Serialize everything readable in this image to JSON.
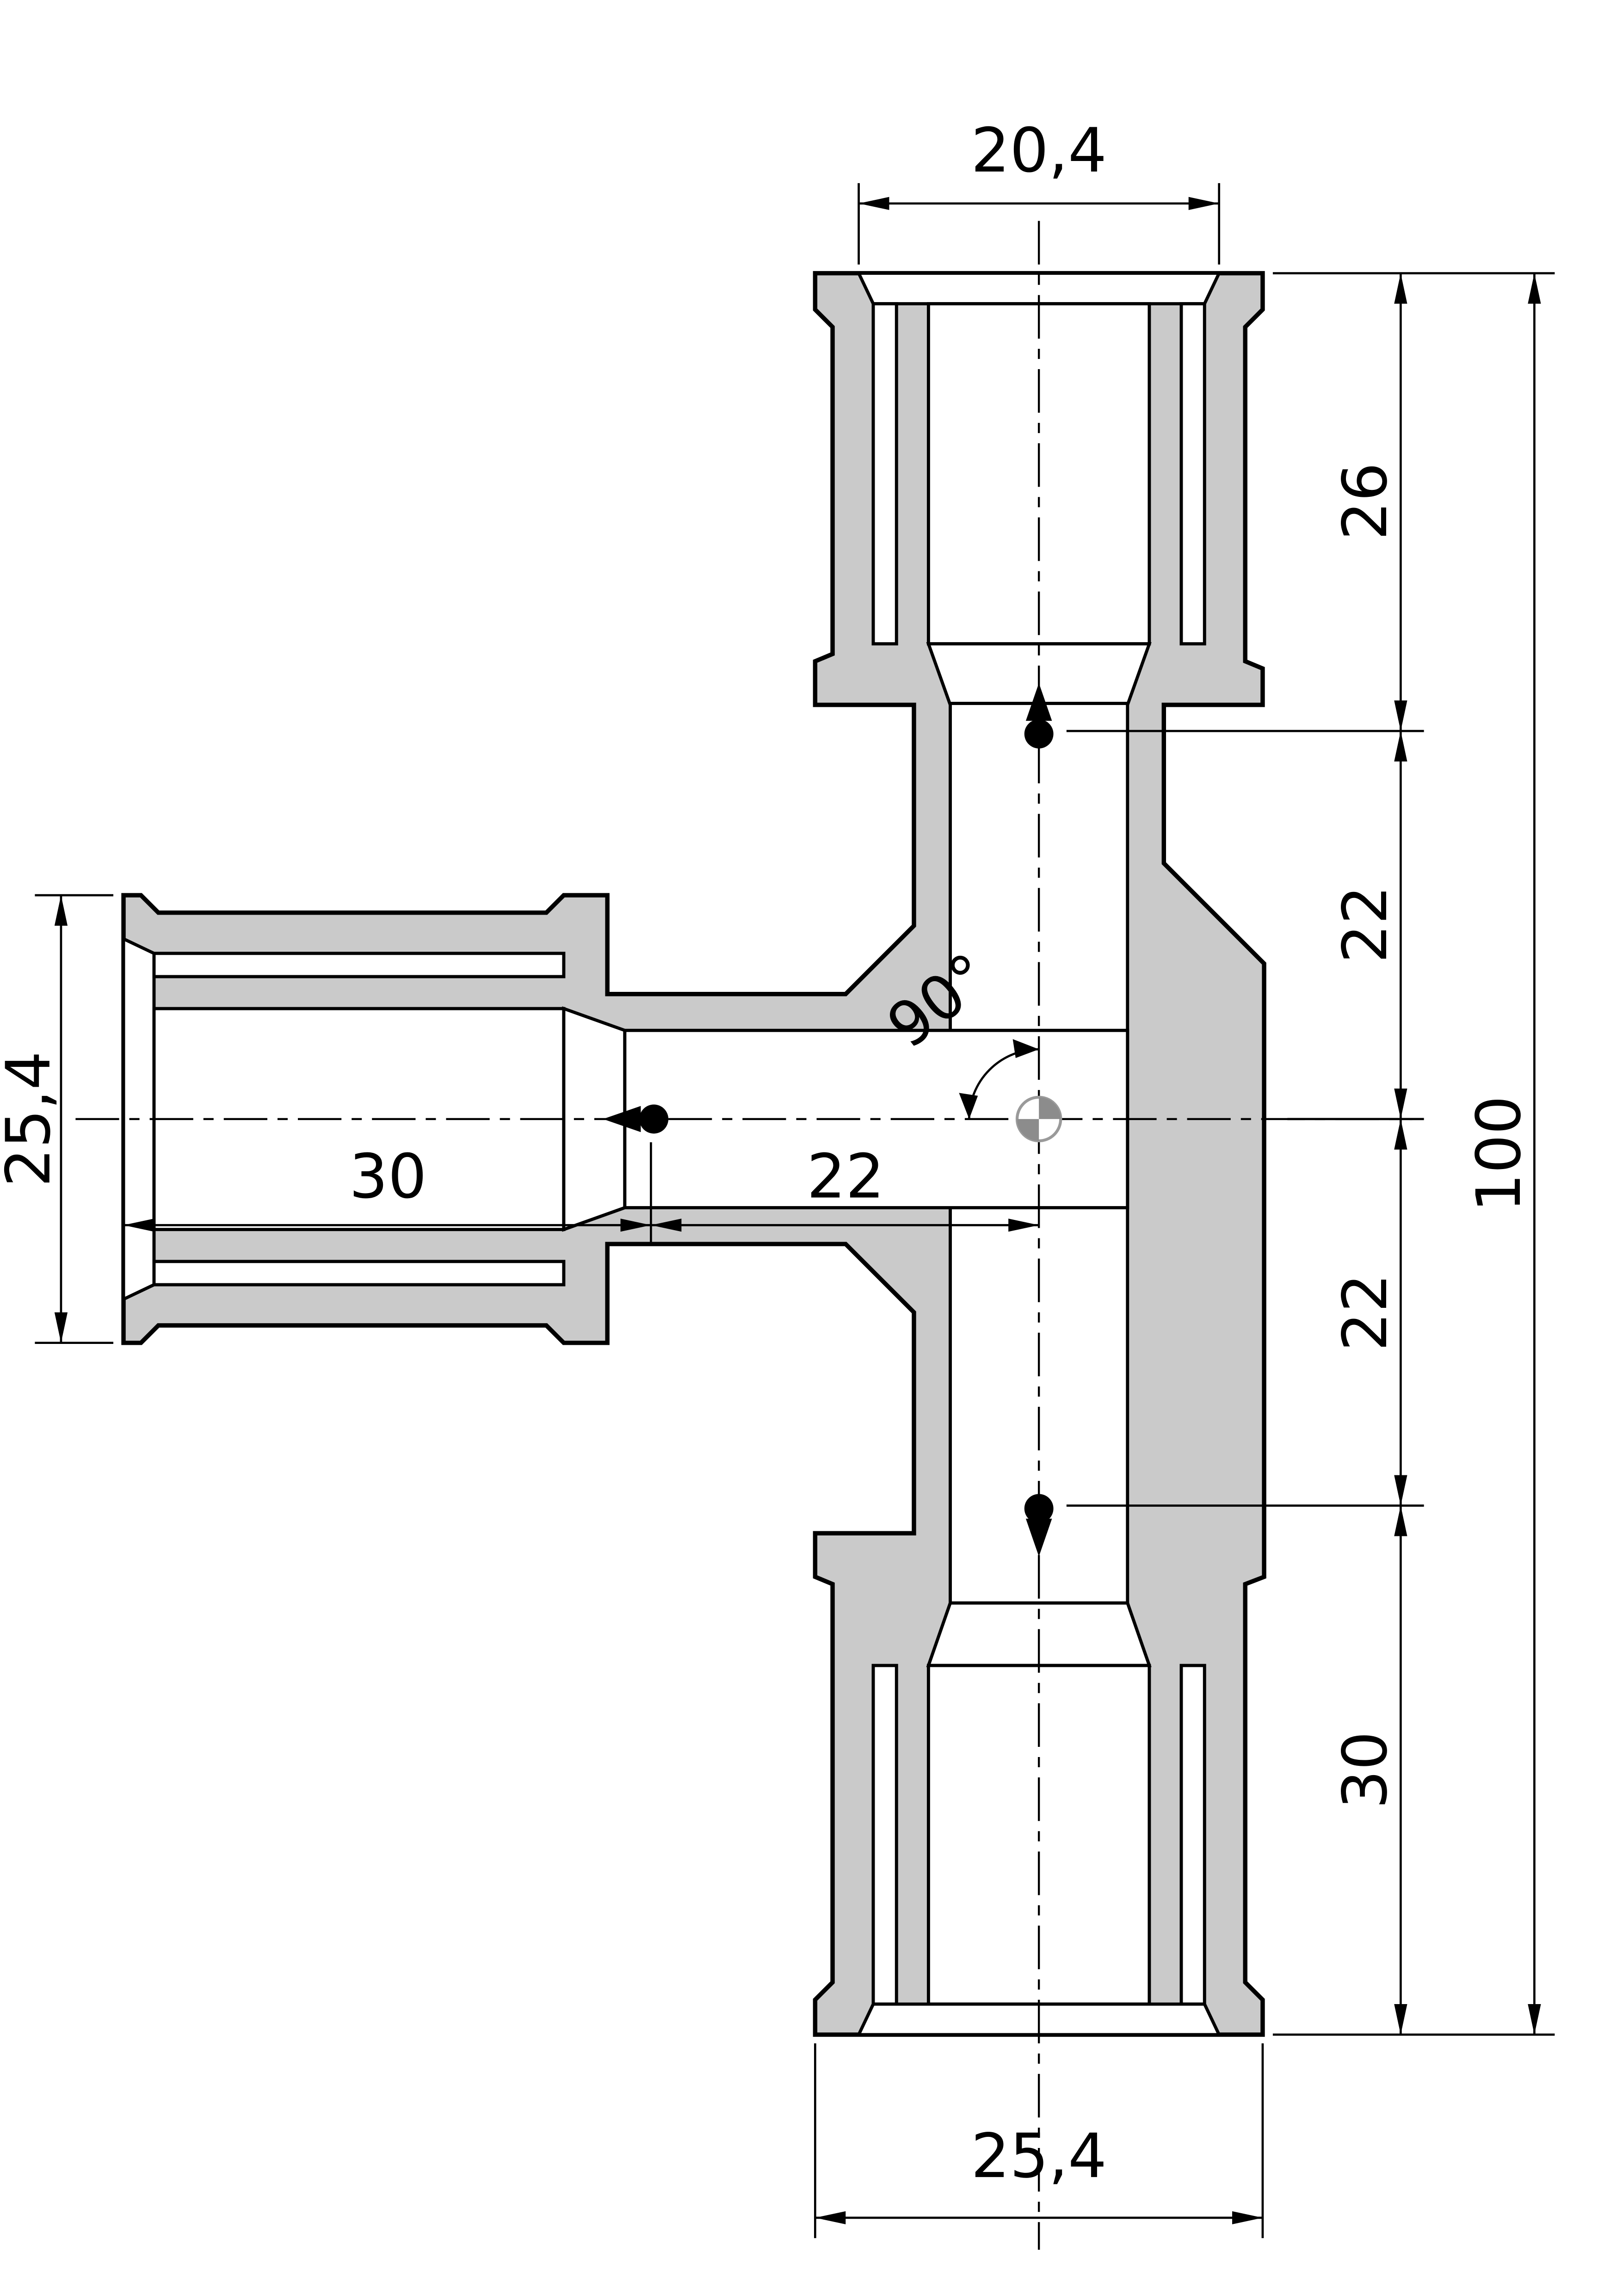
{
  "dims": {
    "top_width": "20,4",
    "right_chain": [
      "26",
      "22",
      "22",
      "30"
    ],
    "overall_height": "100",
    "left_diameter": "25,4",
    "horizontal_chain": [
      "30",
      "22"
    ],
    "bottom_diameter": "25,4",
    "angle": "90°"
  },
  "colors": {
    "section_fill": "#cacaca",
    "outline": "#000000",
    "background": "#ffffff",
    "center_symbol_fill": "#8c8c8c"
  }
}
